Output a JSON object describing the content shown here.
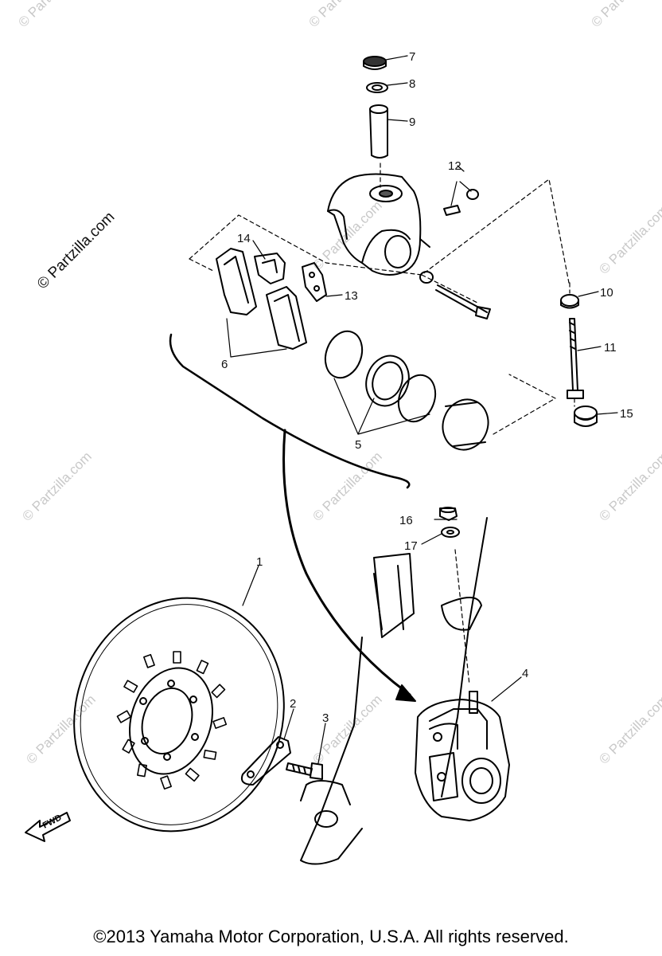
{
  "watermark": {
    "text": "© Partzilla.com"
  },
  "side_watermark": "© Partzilla.com",
  "fwd_label": "FWD",
  "copyright": "©2013  Yamaha Motor Corporation, U.S.A. All rights reserved.",
  "callouts": [
    {
      "id": "1",
      "text": "1"
    },
    {
      "id": "2",
      "text": "2"
    },
    {
      "id": "3",
      "text": "3"
    },
    {
      "id": "4",
      "text": "4"
    },
    {
      "id": "5",
      "text": "5"
    },
    {
      "id": "6",
      "text": "6"
    },
    {
      "id": "7",
      "text": "7"
    },
    {
      "id": "8",
      "text": "8"
    },
    {
      "id": "9",
      "text": "9"
    },
    {
      "id": "10",
      "text": "10"
    },
    {
      "id": "11",
      "text": "11"
    },
    {
      "id": "12",
      "text": "12"
    },
    {
      "id": "13",
      "text": "13"
    },
    {
      "id": "14",
      "text": "14"
    },
    {
      "id": "15",
      "text": "15"
    },
    {
      "id": "16",
      "text": "16"
    },
    {
      "id": "17",
      "text": "17"
    }
  ]
}
